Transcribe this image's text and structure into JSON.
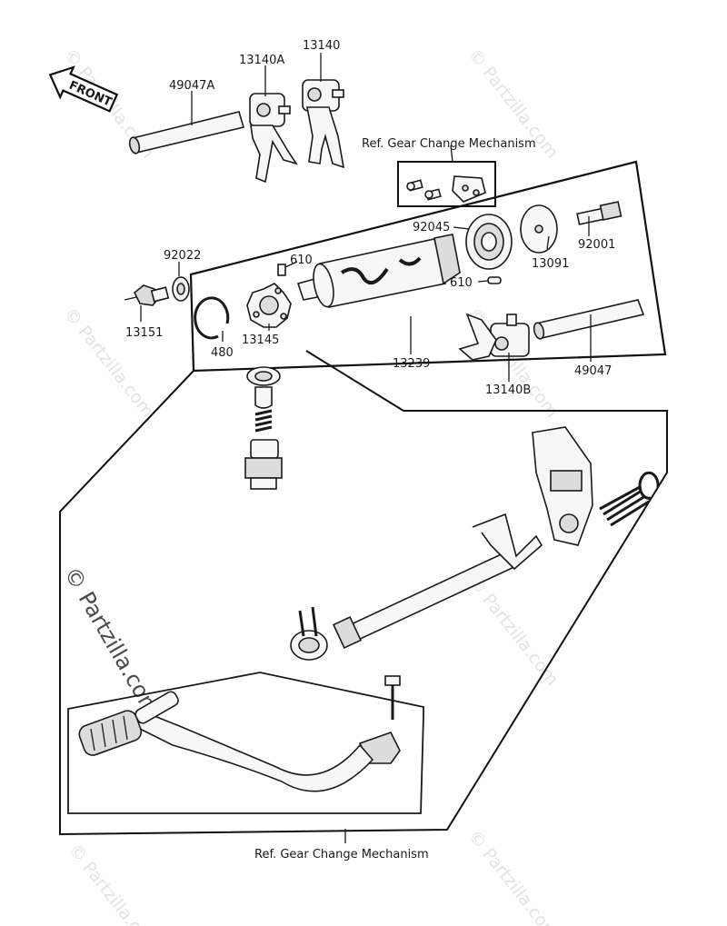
{
  "front_label": "FRONT",
  "watermarks": {
    "main": "© Partzilla.com",
    "faint": "© Partzilla.com"
  },
  "references": {
    "top": "Ref. Gear Change Mechanism",
    "bottom": "Ref. Gear Change Mechanism"
  },
  "parts": [
    {
      "id": "49047A",
      "label": "49047A"
    },
    {
      "id": "13140A",
      "label": "13140A"
    },
    {
      "id": "13140",
      "label": "13140"
    },
    {
      "id": "92045",
      "label": "92045"
    },
    {
      "id": "92001",
      "label": "92001"
    },
    {
      "id": "13091",
      "label": "13091"
    },
    {
      "id": "92022",
      "label": "92022"
    },
    {
      "id": "610a",
      "label": "610"
    },
    {
      "id": "610b",
      "label": "610"
    },
    {
      "id": "13151",
      "label": "13151"
    },
    {
      "id": "480",
      "label": "480"
    },
    {
      "id": "13145",
      "label": "13145"
    },
    {
      "id": "13239",
      "label": "13239"
    },
    {
      "id": "13140B",
      "label": "13140B"
    },
    {
      "id": "49047",
      "label": "49047"
    }
  ],
  "colors": {
    "ink": "#1a1a1a",
    "watermark": "#e3e3e3"
  }
}
